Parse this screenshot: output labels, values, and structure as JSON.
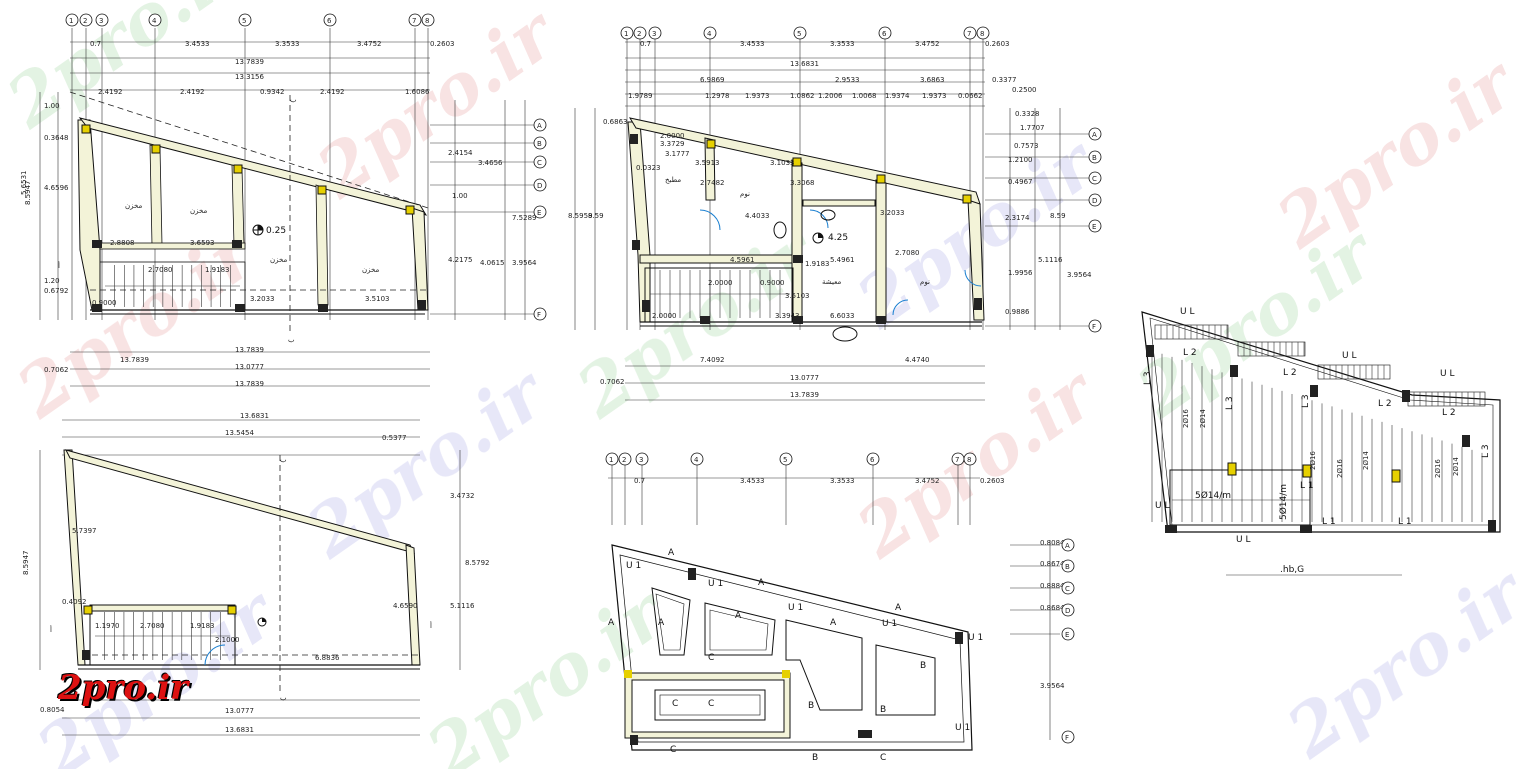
{
  "watermark": {
    "text": "2pro.ir",
    "color": "#d62020"
  },
  "colors": {
    "line": "#111111",
    "wall_fill": "#f3f3d8",
    "column": "#222222",
    "column_accent": "#e6d000",
    "door": "#1a7fd0"
  },
  "grid_bubbles_top": [
    "1",
    "2",
    "3",
    "4",
    "5",
    "6",
    "7",
    "8"
  ],
  "grid_bubbles_side": [
    "A",
    "B",
    "C",
    "D",
    "E",
    "F"
  ],
  "plan1": {
    "dims_top": [
      "0.7",
      "3.4533",
      "3.3533",
      "3.4752",
      "0.2603"
    ],
    "dim_total_1": "13.7839",
    "dim_total_2": "13.3156",
    "dims_row3": [
      "2.4192",
      "2.4192",
      "0.9342",
      "2.4192",
      "1.6086"
    ],
    "dims_left": [
      "1.00",
      "0.3648",
      "4.6596",
      "5.6531",
      "8.5947",
      "1.20",
      "0.6792"
    ],
    "dims_right": [
      "2.4154",
      "3.4656",
      "1.00",
      "7.5289",
      "4.2175",
      "4.0615",
      "3.9564"
    ],
    "dims_bottom": [
      "13.7839",
      "13.0777",
      "13.7839"
    ],
    "dim_bottom_left": "0.7062",
    "rooms": [
      "مخزن",
      "مخزن",
      "مخزن",
      "مخزن"
    ],
    "level": "0.25",
    "stair_dims": [
      "2.8808",
      "3.6593",
      "2.7080",
      "1.9183",
      "0.9000",
      "3.2033",
      "3.5103"
    ],
    "section_mark_1": "ب",
    "section_mark_2": "أ"
  },
  "plan2": {
    "dims_top": [
      "0.7",
      "3.4533",
      "3.3533",
      "3.4752",
      "0.2603"
    ],
    "dim_total": "13.6831",
    "dims_row3": [
      "6.9869",
      "2.9533",
      "3.6863",
      "0.3377",
      "0.2500"
    ],
    "dims_row4": [
      "1.9789",
      "1.2978",
      "1.9373",
      "1.0862",
      "1.2006",
      "1.0068",
      "1.9374",
      "1.9373",
      "0.0662"
    ],
    "dims_left": [
      "0.6863",
      "0.0323",
      "8.5959",
      "8.59"
    ],
    "dims_right": [
      "0.3328",
      "1.7707",
      "0.7573",
      "1.2100",
      "0.4967",
      "2.3174",
      "8.59",
      "5.1116",
      "3.9564",
      "1.9956",
      "0.9886"
    ],
    "dims_bottom": [
      "7.4092",
      "4.4740",
      "13.0777",
      "13.7839"
    ],
    "dim_bottom_left": "0.7062",
    "rooms": [
      "مطبخ",
      "نوم",
      "معيشة",
      "نوم"
    ],
    "level": "4.25",
    "interior_dims": [
      "2.0000",
      "3.3729",
      "3.1777",
      "3.5913",
      "2.7482",
      "3.1033",
      "3.3068",
      "4.4033",
      "3.2033",
      "4.5961",
      "5.4961",
      "1.9183",
      "2.7080",
      "0.9000",
      "2.0000",
      "3.5103",
      "2.0000",
      "6.6033",
      "3.3943"
    ]
  },
  "plan3": {
    "dims_top": [
      "13.6831",
      "13.5454",
      "0.5377"
    ],
    "dims_left": [
      "8.5947",
      "0.4092",
      "0.8054"
    ],
    "dims_right": [
      "3.4732",
      "8.5792",
      "5.1116"
    ],
    "inner_dims": [
      "5.7397",
      "4.6590",
      "6.8836",
      "1.9183",
      "2.7080",
      "1.1970",
      "2.1000"
    ],
    "dims_bottom": [
      "13.0777",
      "13.6831"
    ],
    "section_mark": "ب",
    "section_mark_2": "أ"
  },
  "plan4": {
    "dims_top": [
      "0.7",
      "3.4533",
      "3.3533",
      "3.4752",
      "0.2603"
    ],
    "dims_right": [
      "0.8084",
      "0.8674",
      "0.8884",
      "0.8684",
      "3.9564"
    ],
    "labels": [
      "U 1",
      "U 1",
      "U 1",
      "U 1",
      "U 1",
      "U 1"
    ],
    "section_marks": [
      "A",
      "A",
      "A",
      "A",
      "A",
      "A",
      "A",
      "B",
      "B",
      "B",
      "B",
      "C",
      "C",
      "C",
      "C",
      "C"
    ]
  },
  "detail": {
    "labels_ul": [
      "U L",
      "U L",
      "U L",
      "U L",
      "U L"
    ],
    "labels_l": [
      "L 2",
      "L 2",
      "L 2",
      "L 2",
      "L 3",
      "L 3",
      "L 3",
      "L 3",
      "L 1",
      "L 1",
      "L 1"
    ],
    "bars": [
      "2Ø16",
      "2Ø14",
      "2Ø16",
      "2Ø16",
      "2Ø14",
      "2Ø16",
      "2Ø14"
    ],
    "beam_label": "5Ø14/m",
    "beam_label_v": "5Ø14/m",
    "caption": ".hb,G"
  },
  "logo": "2pro.ir"
}
